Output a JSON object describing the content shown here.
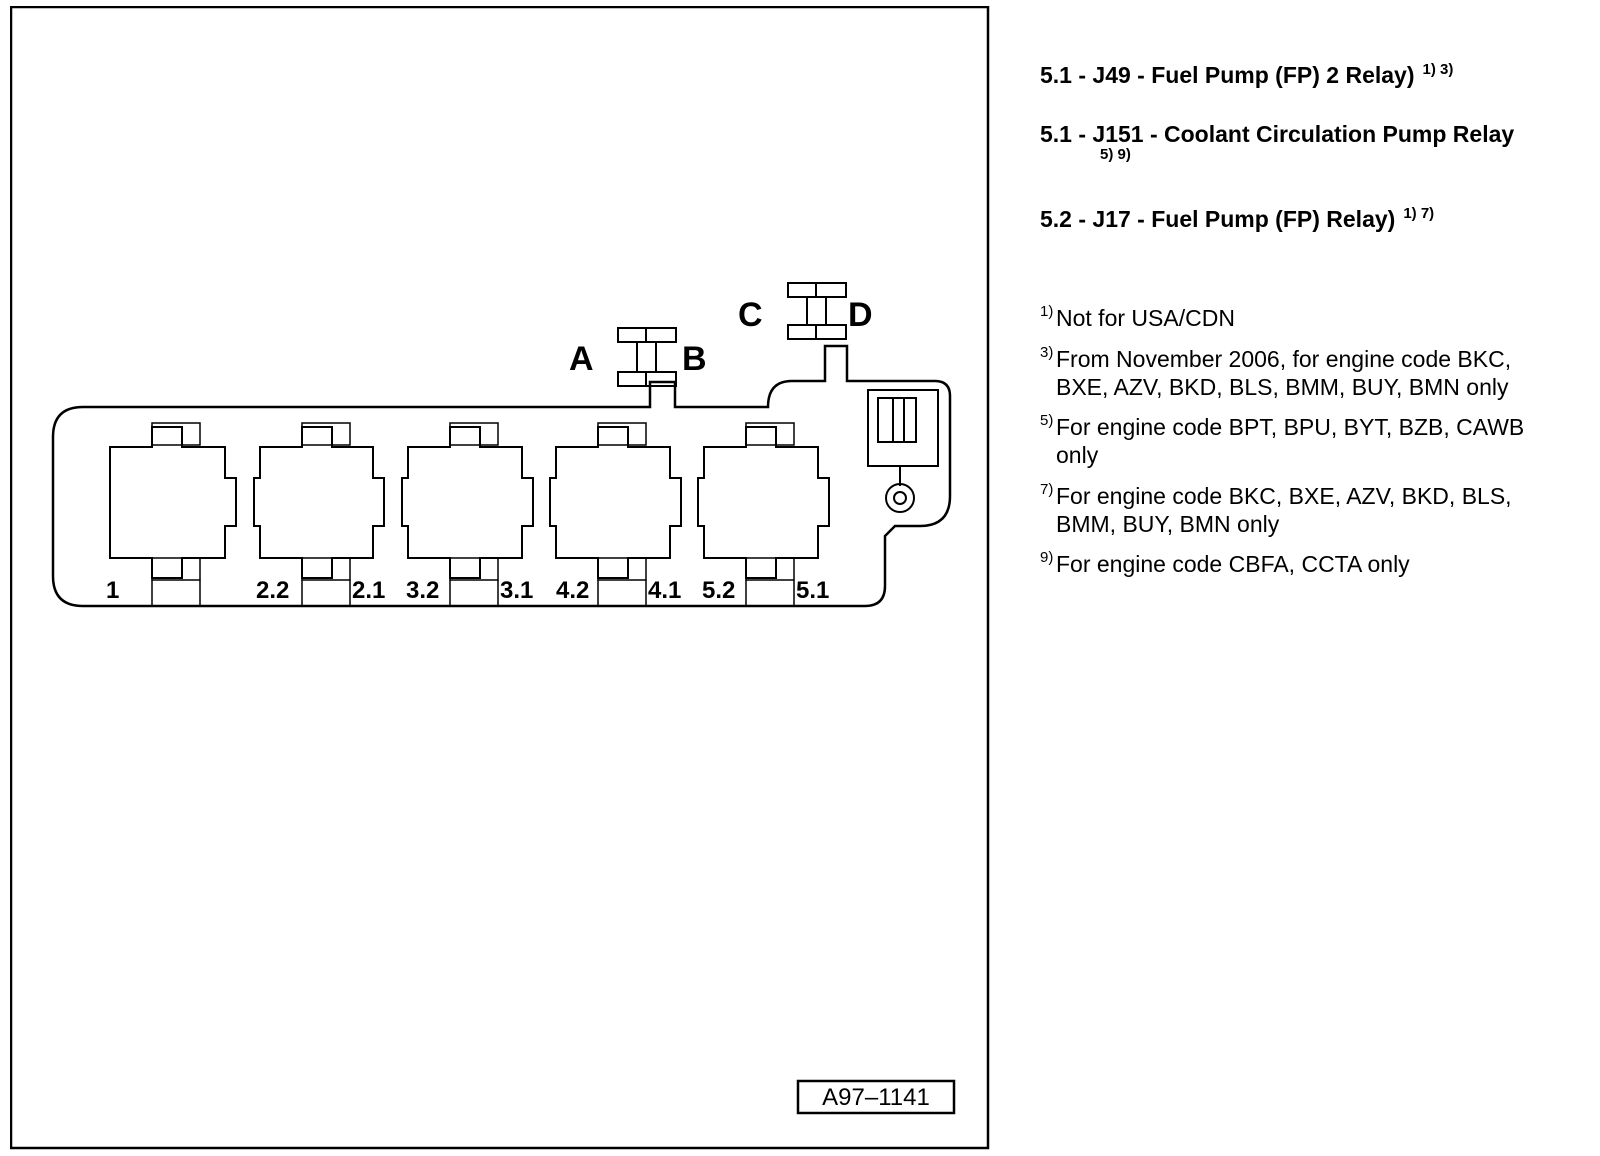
{
  "relays": [
    {
      "text": "5.1 - J49 - Fuel Pump (FP) 2 Relay)",
      "notes": "1) 3)"
    },
    {
      "text": "5.1 - J151 - Coolant Circulation Pump Relay",
      "notes": "5) 9)"
    },
    {
      "text": "5.2 - J17 - Fuel Pump (FP) Relay)",
      "notes": "1) 7)"
    }
  ],
  "footnotes": [
    {
      "mark": "1)",
      "line1": "Not for USA/CDN",
      "line2": ""
    },
    {
      "mark": "3)",
      "line1": "From November 2006, for engine code BKC,",
      "line2": "BXE, AZV, BKD, BLS, BMM, BUY, BMN only"
    },
    {
      "mark": "5)",
      "line1": "For engine code BPT, BPU, BYT, BZB, CAWB",
      "line2": "only"
    },
    {
      "mark": "7)",
      "line1": "For engine code BKC, BXE, AZV, BKD, BLS,",
      "line2": "BMM, BUY, BMN only"
    },
    {
      "mark": "9)",
      "line1": "For engine code CBFA, CCTA only",
      "line2": ""
    }
  ],
  "diagram": {
    "connector_labels": {
      "a": "A",
      "b": "B",
      "c": "C",
      "d": "D"
    },
    "slot_labels": [
      "1",
      "2.2",
      "2.1",
      "3.2",
      "3.1",
      "4.2",
      "4.1",
      "5.2",
      "5.1"
    ],
    "figure_code": "A97–1141"
  },
  "colors": {
    "line": "#000000",
    "background": "#ffffff"
  }
}
